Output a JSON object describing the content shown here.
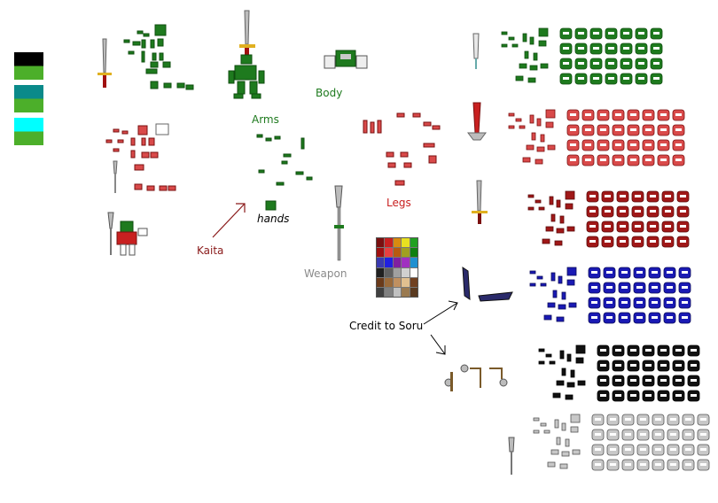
{
  "labels": {
    "body": "Body",
    "arms": "Arms",
    "legs": "Legs",
    "hands": "hands",
    "kaita": "Kaita",
    "weapon": "Weapon",
    "credit": "Credit to Soru"
  },
  "colors": {
    "green": "#1e7a1e",
    "dark_green": "#0f4d0f",
    "red": "#c81e1e",
    "dark_red": "#7a1010",
    "pink": "#d94a4a",
    "blue": "#1a1ab4",
    "black": "#000000",
    "white_grey": "#bcbcbc",
    "label_green": "#1e7a1e",
    "label_red": "#c81e1e",
    "label_dark_red": "#8a1a1a",
    "label_grey": "#8a8a8a",
    "label_black": "#000000"
  },
  "swatches": [
    {
      "top": "#000000",
      "bottom": "#4caf2a"
    },
    {
      "top": "#0a8a8a",
      "bottom": "#4caf2a"
    },
    {
      "top": "#00ffff",
      "bottom": "#4caf2a"
    }
  ],
  "palette_colors": [
    "#7a1010",
    "#c82020",
    "#d88a10",
    "#e8e020",
    "#20a020",
    "#a01010",
    "#e84040",
    "#b85a10",
    "#a0a020",
    "#108010",
    "#3a3ab0",
    "#2020e0",
    "#8020a0",
    "#a030c0",
    "#2090d0",
    "#202020",
    "#606060",
    "#a0a0a0",
    "#d0d0d0",
    "#ffffff",
    "#6a3a1a",
    "#9a6a3a",
    "#c09060",
    "#e0c090",
    "#704020",
    "#404040",
    "#808080",
    "#c0c0c0",
    "#9a7a50",
    "#5a3a20"
  ],
  "sheets": [
    {
      "name": "green-sheet",
      "color_key": "green"
    },
    {
      "name": "red-sheet",
      "color_key": "red"
    },
    {
      "name": "darkred-sheet",
      "color_key": "dark_red"
    },
    {
      "name": "blue-sheet",
      "color_key": "blue"
    },
    {
      "name": "black-sheet",
      "color_key": "black"
    },
    {
      "name": "grey-sheet",
      "color_key": "white_grey"
    }
  ]
}
